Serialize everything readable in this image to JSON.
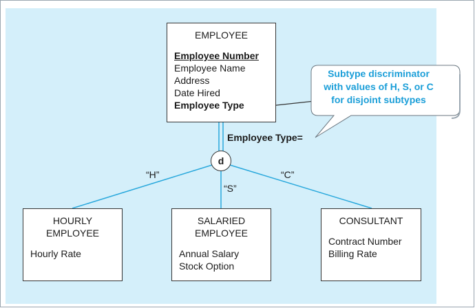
{
  "entities": {
    "employee": {
      "name": "EMPLOYEE",
      "primary_key": "Employee Number",
      "attributes": [
        "Employee Name",
        "Address",
        "Date Hired"
      ],
      "discriminator_attr": "Employee Type"
    },
    "hourly": {
      "name_line1": "HOURLY",
      "name_line2": "EMPLOYEE",
      "attributes": [
        "Hourly Rate"
      ]
    },
    "salaried": {
      "name_line1": "SALARIED",
      "name_line2": "EMPLOYEE",
      "attributes": [
        "Annual Salary",
        "Stock Option"
      ]
    },
    "consultant": {
      "name": "CONSULTANT",
      "attributes": [
        "Contract Number",
        "Billing Rate"
      ]
    }
  },
  "discriminator": {
    "symbol": "d",
    "label": "Employee Type=",
    "values": {
      "h": "“H”",
      "s": "“S”",
      "c": "“C”"
    }
  },
  "callout": {
    "lines": [
      "Subtype discriminator",
      "with values of H, S, or C",
      "for disjoint subtypes"
    ],
    "color": "#1a9ed8"
  },
  "colors": {
    "background": "#d4effa",
    "connector": "#29a8dc"
  }
}
